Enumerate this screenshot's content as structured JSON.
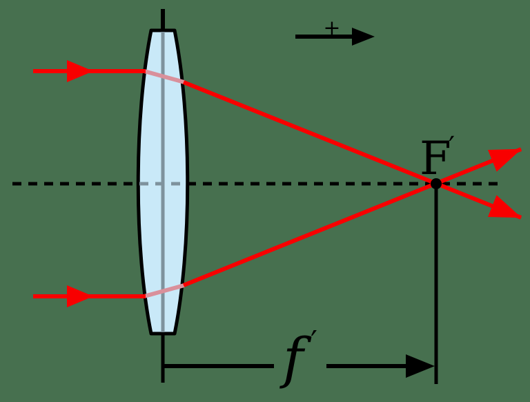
{
  "diagram": {
    "kind": "optics-converging-lens-focal-point",
    "labels": {
      "focal_point": "F",
      "focal_point_prime": "′",
      "focal_length": "f",
      "focal_length_prime": "′",
      "positive_direction": "+"
    },
    "colors": {
      "background": "#47704f",
      "ray": "#f80000",
      "ray_inside_lens": "#d9909b",
      "lens_fill": "#c9e9f8",
      "lens_outline": "#000000",
      "axis": "#000000",
      "axis_inside_lens": "#7e929d",
      "annotation": "#000000"
    }
  }
}
